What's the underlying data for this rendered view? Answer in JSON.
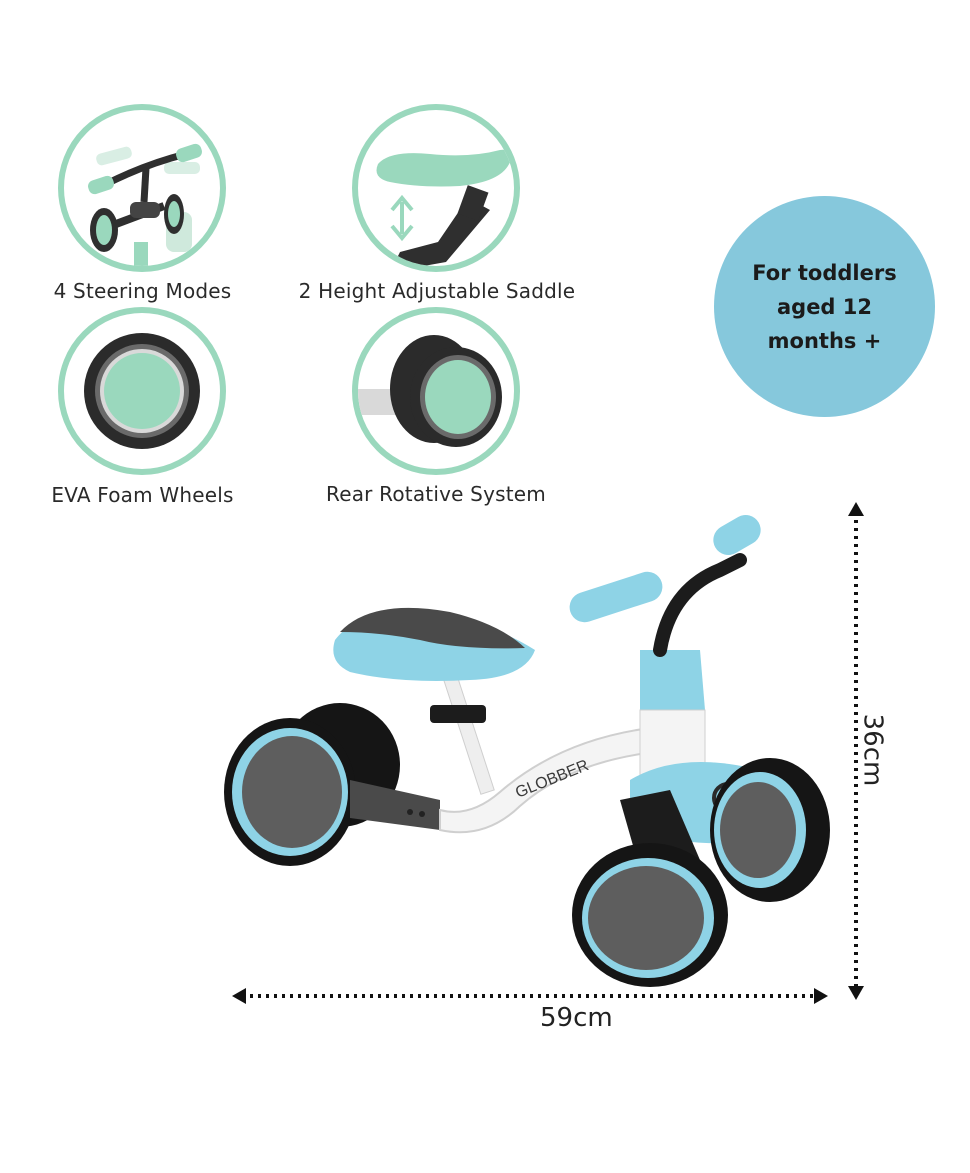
{
  "features": [
    {
      "label": "4 Steering Modes",
      "icon": "steering-modes-icon"
    },
    {
      "label": "2 Height Adjustable Saddle",
      "icon": "adjustable-saddle-icon"
    },
    {
      "label": "EVA Foam Wheels",
      "icon": "foam-wheel-icon"
    },
    {
      "label": "Rear Rotative System",
      "icon": "rear-rotative-icon"
    }
  ],
  "age_badge": {
    "text": "For toddlers aged 12 months +"
  },
  "dimensions": {
    "width": "59cm",
    "height": "36cm"
  },
  "product": {
    "brand": "GLOBBER"
  },
  "colors": {
    "mint": "#8fd4b4",
    "sky_blue": "#8ed3e6",
    "badge_blue": "#86c8dc",
    "dark_gray": "#3c3c3c",
    "black": "#141414"
  }
}
